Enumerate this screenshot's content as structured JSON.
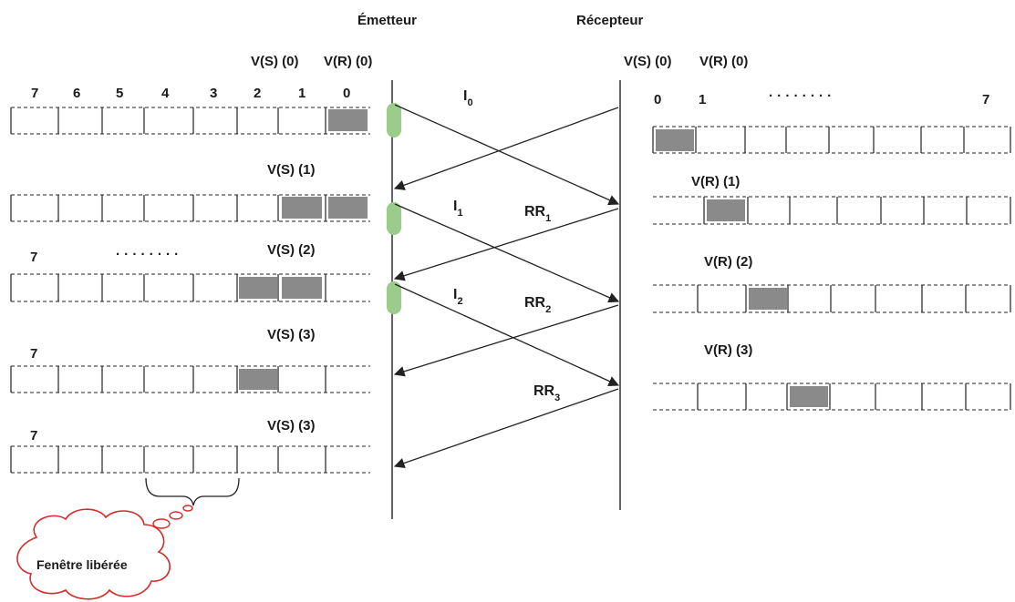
{
  "sender": {
    "title": "Émetteur",
    "header_vs": "V(S) (0)",
    "header_vr": "V(R) (0)",
    "index_labels": [
      "7",
      "6",
      "5",
      "4",
      "3",
      "2",
      "1",
      "0"
    ],
    "row2_label": "V(S) (1)",
    "row3_label": "V(S) (2)",
    "row3_left": "7",
    "row3_dots": "· · · · · · · ·",
    "row4_label": "V(S) (3)",
    "row4_left": "7",
    "row5_label": "V(S) (3)",
    "row5_left": "7",
    "bubble_text": "Fenêtre libérée"
  },
  "receiver": {
    "title": "Récepteur",
    "header_vs": "V(S) (0)",
    "header_vr": "V(R) (0)",
    "index_first": "0",
    "index_second": "1",
    "index_dots": "· · · · · · · ·",
    "index_last": "7",
    "row2_label": "V(R) (1)",
    "row3_label": "V(R) (2)",
    "row4_label": "V(R) (3)"
  },
  "messages": {
    "i0": {
      "base": "I",
      "sub": "0"
    },
    "i1": {
      "base": "I",
      "sub": "1"
    },
    "i2": {
      "base": "I",
      "sub": "2"
    },
    "rr1": {
      "base": "RR",
      "sub": "1"
    },
    "rr2": {
      "base": "RR",
      "sub": "2"
    },
    "rr3": {
      "base": "RR",
      "sub": "3"
    }
  },
  "colors": {
    "filled_cell": "#8a8a8a",
    "send_marker": "#9ccc8c",
    "bubble_stroke": "#d62b2b"
  }
}
